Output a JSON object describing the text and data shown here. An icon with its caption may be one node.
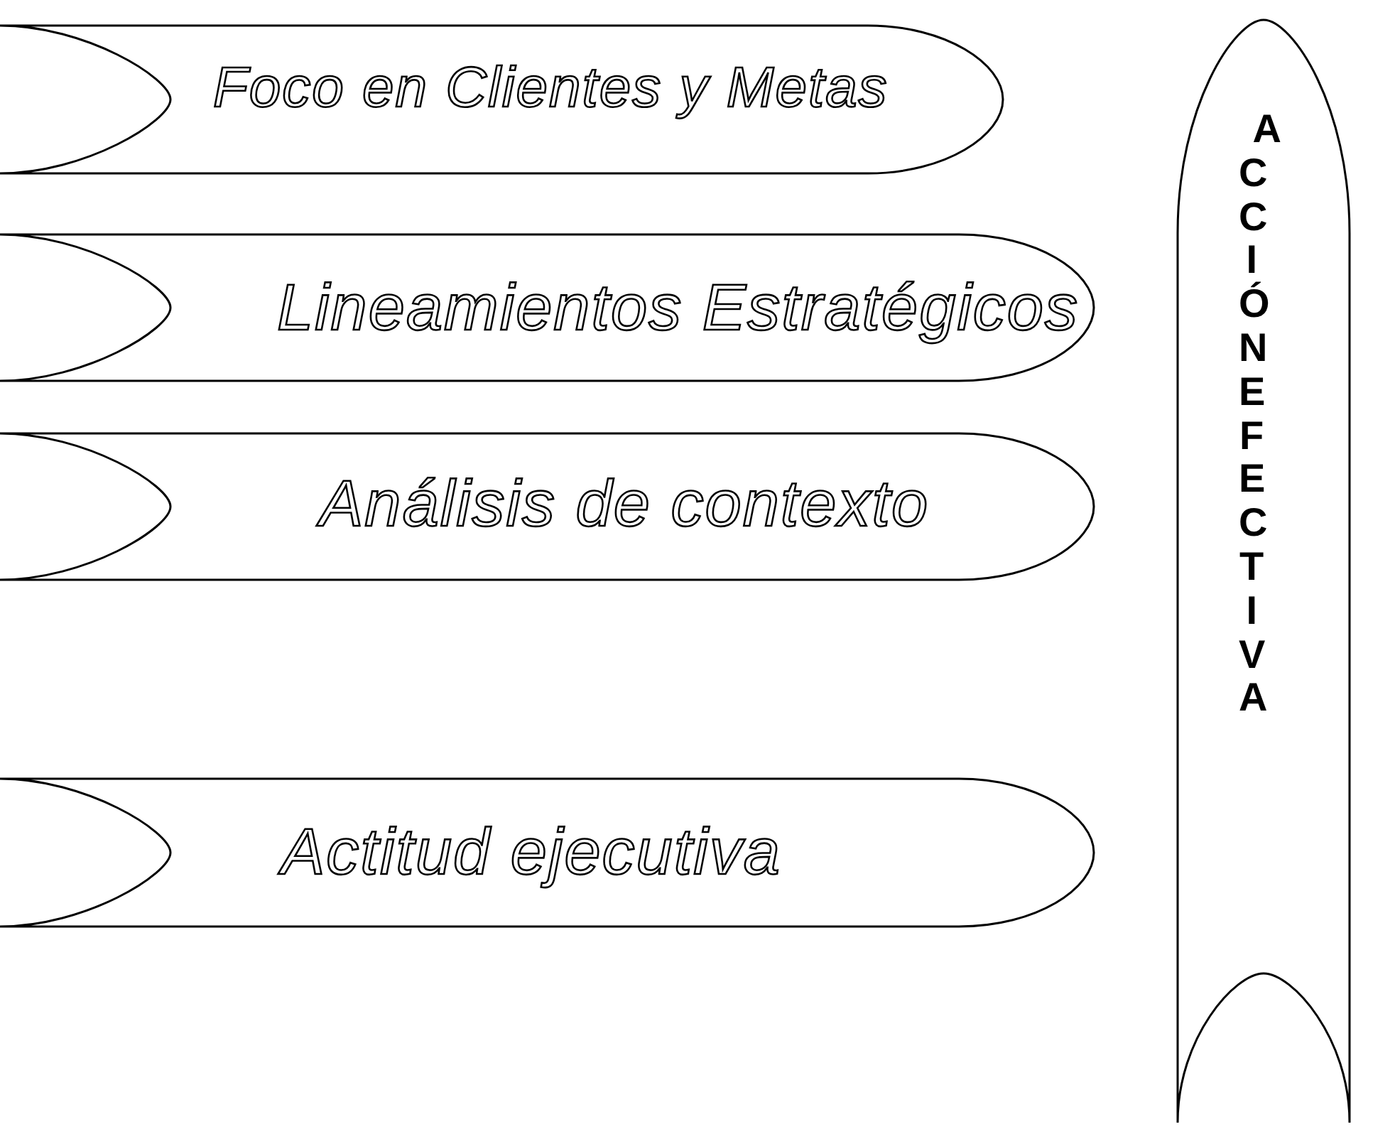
{
  "diagram": {
    "nodes": [
      {
        "text": [
          "Foco en Clientes y Metas"
        ]
      },
      {
        "text": [
          "Lineamientos Estratégicos"
        ]
      },
      {
        "text": [
          "Análisis de contexto"
        ]
      },
      {
        "text": [
          "Actitud ejecutiva"
        ]
      },
      {
        "text": [
          "ACCIÓN EFECTIVA"
        ]
      }
    ]
  }
}
